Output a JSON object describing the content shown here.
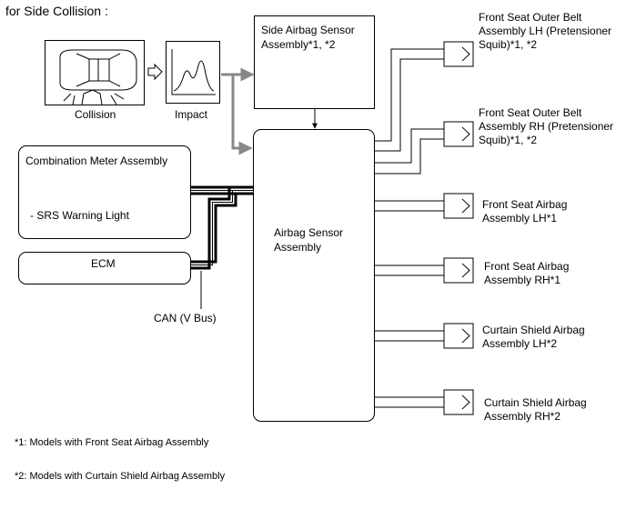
{
  "title": "for Side Collision :",
  "collision_label": "Collision",
  "impact_label": "Impact",
  "side_sensor": {
    "line1": "Side Airbag Sensor",
    "line2": "Assembly*1, *2"
  },
  "combination_meter": {
    "title": "Combination Meter Assembly",
    "item": "- SRS Warning Light"
  },
  "ecm": "ECM",
  "can_label": "CAN (V Bus)",
  "airbag_sensor": {
    "line1": "Airbag Sensor",
    "line2": "Assembly"
  },
  "outputs": [
    {
      "lines": [
        "Front Seat Outer Belt",
        "Assembly LH (Pretensioner",
        "Squib)*1, *2"
      ]
    },
    {
      "lines": [
        "Front Seat Outer Belt",
        "Assembly RH (Pretensioner",
        "Squib)*1, *2"
      ]
    },
    {
      "lines": [
        "Front Seat Airbag",
        "Assembly LH*1"
      ]
    },
    {
      "lines": [
        "Front Seat Airbag",
        "Assembly RH*1"
      ]
    },
    {
      "lines": [
        "Curtain Shield Airbag",
        "Assembly LH*2"
      ]
    },
    {
      "lines": [
        "Curtain Shield Airbag",
        "Assembly RH*2"
      ]
    }
  ],
  "footnotes": [
    "*1: Models with Front Seat Airbag Assembly",
    "*2: Models with Curtain Shield Airbag Assembly"
  ]
}
